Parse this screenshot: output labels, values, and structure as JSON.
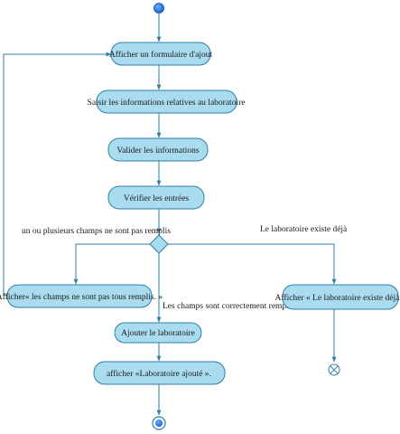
{
  "diagram": {
    "actions": {
      "afficher_formulaire": "Afficher un formulaire d'ajout",
      "saisir_infos": "Saisir les informations relatives au laboratoire",
      "valider_infos": "Valider les informations",
      "verifier_entrees": "Vérifier les entrées",
      "afficher_champs": "Afficher« les champs ne sont pas tous remplis. »",
      "afficher_existe": "Afficher « Le laboratoire existe déjà».",
      "ajouter_labo": "Ajouter le laboratoire",
      "afficher_ajoute": "afficher «Laboratoire ajouté »."
    },
    "guards": {
      "champs_vides": "un ou plusieurs champs ne sont pas remplis",
      "existe": "Le laboratoire existe déjà",
      "champs_ok": "Les champs sont correctement remplis"
    },
    "colors": {
      "action_fill": "#a9dcef",
      "action_stroke": "#2f7fa8",
      "start_fill": "#1a73e8"
    }
  }
}
